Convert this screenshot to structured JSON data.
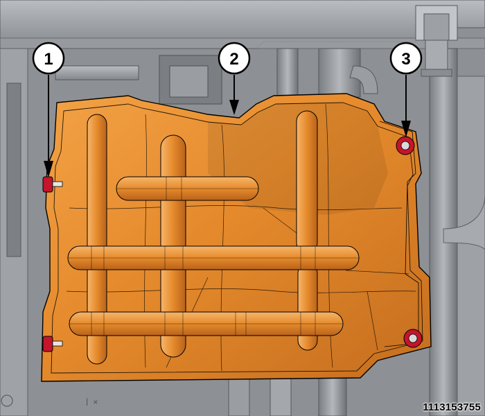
{
  "callouts": [
    {
      "label": "1",
      "target": "fastener"
    },
    {
      "label": "2",
      "target": "heat-shield"
    },
    {
      "label": "3",
      "target": "fastener"
    }
  ],
  "figure_id": "1113153755",
  "colors": {
    "shield_orange": "#e58a2c",
    "shield_shadow": "#b8621a",
    "fastener_red": "#c4152a",
    "background_gray": "#8d9094",
    "frame_gray": "#a3a6aa"
  }
}
